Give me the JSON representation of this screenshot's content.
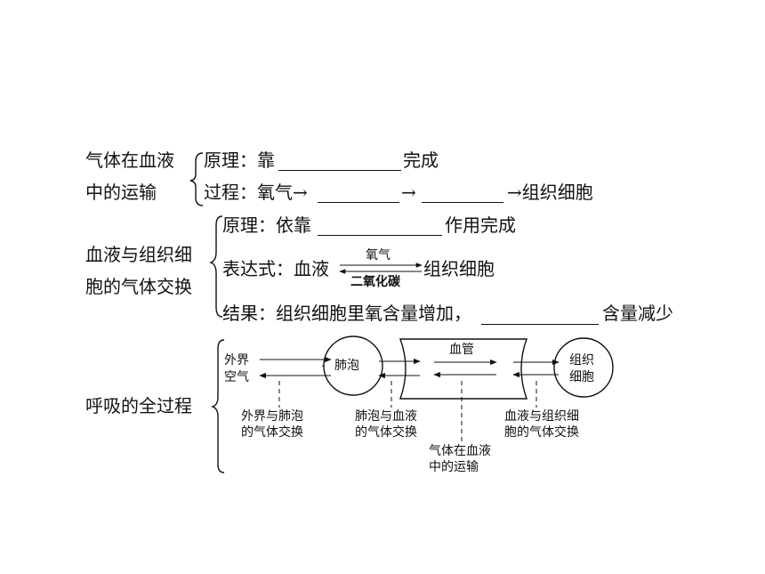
{
  "section1": {
    "title_line1": "气体在血液",
    "title_line2": "中的运输",
    "principle_label": "原理：靠",
    "principle_suffix": "完成",
    "process_label": "过程：氧气→",
    "process_arrow": "→",
    "process_arrow2": "→组织细胞"
  },
  "section2": {
    "title_line1": "血液与组织细",
    "title_line2": "胞的气体交换",
    "principle_label": "原理：依靠",
    "principle_suffix": "作用完成",
    "expression_label": "表达式：血液",
    "expression_top": "氧气",
    "expression_bottom": "二氧化碳",
    "expression_right": "组织细胞",
    "result_label": "结果：组织细胞里氧含量增加，",
    "result_suffix": "含量减少"
  },
  "section3": {
    "title": "呼吸的全过程",
    "outside_line1": "外界",
    "outside_line2": "空气",
    "alveolus": "肺泡",
    "vessel": "血管",
    "cell_line1": "组织",
    "cell_line2": "细胞",
    "label1_line1": "外界与肺泡",
    "label1_line2": "的气体交换",
    "label2_line1": "肺泡与血液",
    "label2_line2": "的气体交换",
    "label3_line1": "气体在血液",
    "label3_line2": "中的运输",
    "label4_line1": "血液与组织细",
    "label4_line2": "胞的气体交换"
  }
}
